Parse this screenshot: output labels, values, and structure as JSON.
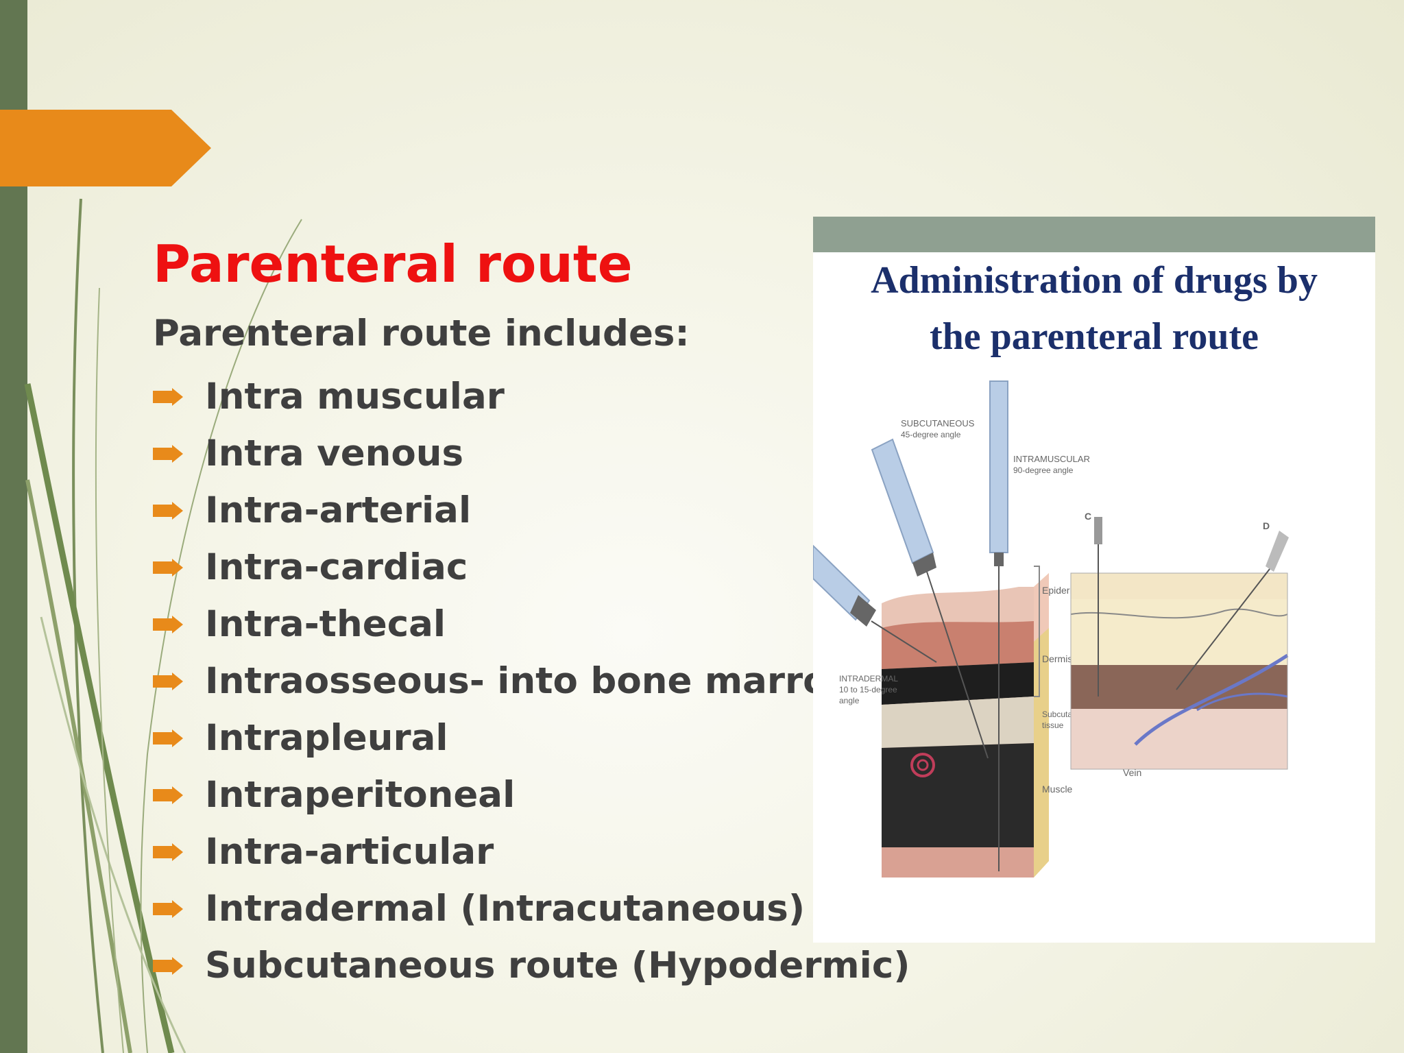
{
  "slide": {
    "title": "Parenteral route",
    "subtitle": "Parenteral route includes:",
    "bullets": [
      "Intra muscular",
      "Intra venous",
      "Intra-arterial",
      "Intra-cardiac",
      "Intra-thecal",
      "Intraosseous- into bone marrow",
      "Intrapleural",
      "Intraperitoneal",
      "Intra-articular",
      "Intradermal (Intracutaneous)",
      "Subcutaneous route (Hypodermic)"
    ]
  },
  "figure": {
    "title_line1": "Administration of drugs by",
    "title_line2": "the parenteral route",
    "labels": {
      "subcutaneous": "SUBCUTANEOUS",
      "subcutaneous_angle": "45-degree angle",
      "intramuscular": "INTRAMUSCULAR",
      "intramuscular_angle": "90-degree angle",
      "intradermal": "INTRADERMAL",
      "intradermal_angle": "10 to 15-degree",
      "intradermal_angle2": "angle",
      "epidermis": "Epidermis",
      "dermis": "Dermis",
      "subcutaneous_tissue": "Subcutaneous",
      "subcutaneous_tissue2": "tissue",
      "muscle": "Muscle",
      "c": "C",
      "d": "D",
      "vein": "Vein"
    }
  },
  "colors": {
    "left_bar": "#627651",
    "accent_orange": "#e88a1a",
    "title_red": "#ee1111",
    "body_text": "#3f3f3f",
    "figure_title": "#1b2f6b"
  }
}
